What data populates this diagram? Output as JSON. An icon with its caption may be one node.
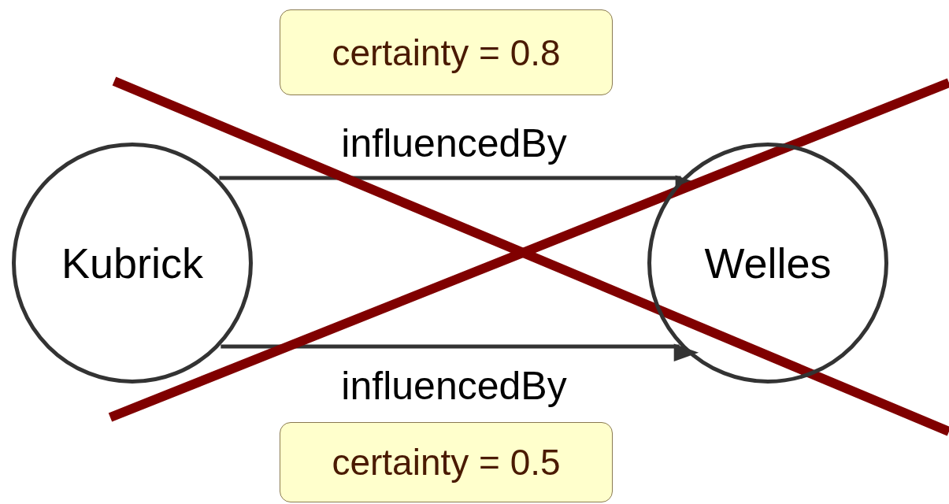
{
  "diagram": {
    "nodes": [
      {
        "text": [
          "Kubrick"
        ]
      },
      {
        "text": [
          "Welles"
        ]
      },
      {
        "text": [
          "certainty = 0.8"
        ]
      },
      {
        "text": [
          "certainty = 0.5"
        ]
      }
    ],
    "edges": [
      {
        "from": 0,
        "to": 1,
        "arrow": "to",
        "label": "influencedBy"
      },
      {
        "from": 0,
        "to": 1,
        "arrow": "to",
        "label": "influencedBy"
      }
    ]
  }
}
